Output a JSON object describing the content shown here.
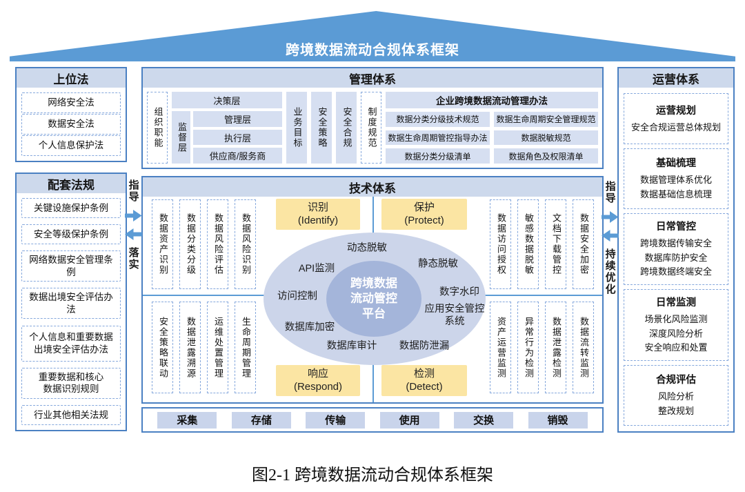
{
  "colors": {
    "accent_blue": "#5b9bd5",
    "section_border": "#4a80c2",
    "header_fill": "#cdd9ec",
    "item_fill": "#d6dff1",
    "lifecycle_fill": "#c9d4eb",
    "dashed_border": "#84a7dc",
    "function_yellow": "#fbe5a3",
    "ellipse_outer": "#ccd5ea",
    "ellipse_inner": "#a4b5da"
  },
  "banner": {
    "title": "跨境数据流动合规体系框架"
  },
  "caption": {
    "text": "图2-1 跨境数据流动合规体系框架"
  },
  "left": {
    "superior": {
      "title": "上位法",
      "items": [
        "网络安全法",
        "数据安全法",
        "个人信息保护法"
      ]
    },
    "regulations": {
      "title": "配套法规",
      "items": [
        "关键设施保护条例",
        "安全等级保护条例",
        "网络数据安全管理条例",
        "数据出境安全评估办法",
        "个人信息和重要数据出境安全评估办法",
        "重要数据和核心数据识别规则",
        "行业其他相关法规"
      ]
    }
  },
  "connectors": {
    "left": {
      "top": "指导",
      "bottom": "落实"
    },
    "right": {
      "top": "指导",
      "bottom": "持续优化"
    }
  },
  "management": {
    "title": "管理体系",
    "org": "组织职能",
    "decision": "决策层",
    "supervision": "监督层",
    "layers": [
      "管理层",
      "执行层",
      "供应商/服务商"
    ],
    "pillars": [
      "业务目标",
      "安全策略",
      "安全合规"
    ],
    "institution": "制度规范",
    "policy_main": "企业跨境数据流动管理办法",
    "policy_rows": [
      [
        "数据分类分级技术规范",
        "数据生命周期安全管理规范"
      ],
      [
        "数据生命周期管控指导办法",
        "数据脱敏规范"
      ],
      [
        "数据分类分级清单",
        "数据角色及权限清单"
      ]
    ]
  },
  "technical": {
    "title": "技术体系",
    "functions": {
      "identify": {
        "zh": "识别",
        "en": "(Identify)"
      },
      "protect": {
        "zh": "保护",
        "en": "(Protect)"
      },
      "respond": {
        "zh": "响应",
        "en": "(Respond)"
      },
      "detect": {
        "zh": "检测",
        "en": "(Detect)"
      }
    },
    "columns": {
      "top_left": [
        "数据资产识别",
        "数据分类分级",
        "数据风险评估",
        "数据风险识别"
      ],
      "bottom_left": [
        "安全策略联动",
        "数据泄露溯源",
        "运维处置管理",
        "生命周期管理"
      ],
      "top_right": [
        "数据访问授权",
        "敏感数据脱敏",
        "文档下载管控",
        "数据安全加密"
      ],
      "bottom_right": [
        "资产运营监测",
        "异常行为检测",
        "数据泄露检测",
        "数据流转监测"
      ]
    },
    "platform": {
      "center": "跨境数据流动管控平台",
      "around": {
        "dynamic_masking": "动态脱敏",
        "api_monitor": "API监测",
        "static_masking": "静态脱敏",
        "access_control": "访问控制",
        "watermark": "数字水印",
        "app_control": "应用安全管控系统",
        "db_encrypt": "数据库加密",
        "db_audit": "数据库审计",
        "dlp": "数据防泄漏"
      }
    }
  },
  "lifecycle": {
    "stages": [
      "采集",
      "存储",
      "传输",
      "使用",
      "交换",
      "销毁"
    ]
  },
  "operations": {
    "title": "运营体系",
    "groups": [
      {
        "title": "运营规划",
        "items": [
          "安全合规运营总体规划"
        ]
      },
      {
        "title": "基础梳理",
        "items": [
          "数据管理体系优化",
          "数据基础信息梳理"
        ]
      },
      {
        "title": "日常管控",
        "items": [
          "跨境数据传输安全",
          "数据库防护安全",
          "跨境数据终端安全"
        ]
      },
      {
        "title": "日常监测",
        "items": [
          "场景化风险监测",
          "深度风险分析",
          "安全响应和处置"
        ]
      },
      {
        "title": "合规评估",
        "items": [
          "风险分析",
          "整改规划"
        ]
      }
    ]
  }
}
